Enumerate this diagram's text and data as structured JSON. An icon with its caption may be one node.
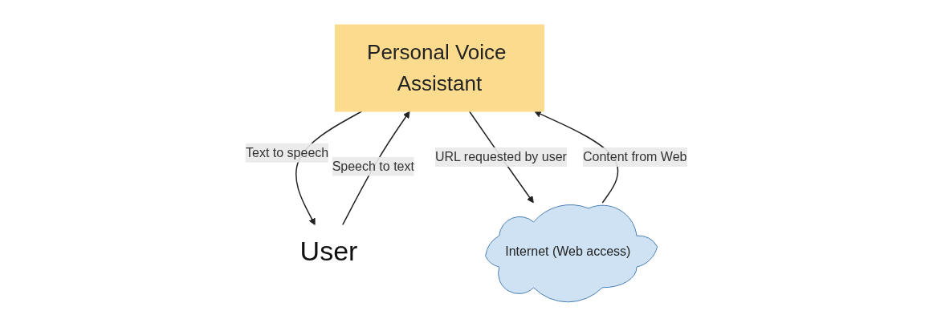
{
  "diagram": {
    "nodes": [
      {
        "text": [
          "Personal Voice Assistant"
        ]
      },
      {
        "text": [
          "User"
        ]
      },
      {
        "text": [
          "Internet (Web access)"
        ]
      }
    ],
    "edges": [
      {
        "from": 0,
        "to": 1,
        "arrow": "to",
        "label": "Text to speech"
      },
      {
        "from": 1,
        "to": 0,
        "arrow": "to",
        "label": "Speech to text"
      },
      {
        "from": 0,
        "to": 2,
        "arrow": "to",
        "label": "URL requested by user"
      },
      {
        "from": 2,
        "to": 0,
        "arrow": "to",
        "label": "Content from Web"
      }
    ]
  }
}
